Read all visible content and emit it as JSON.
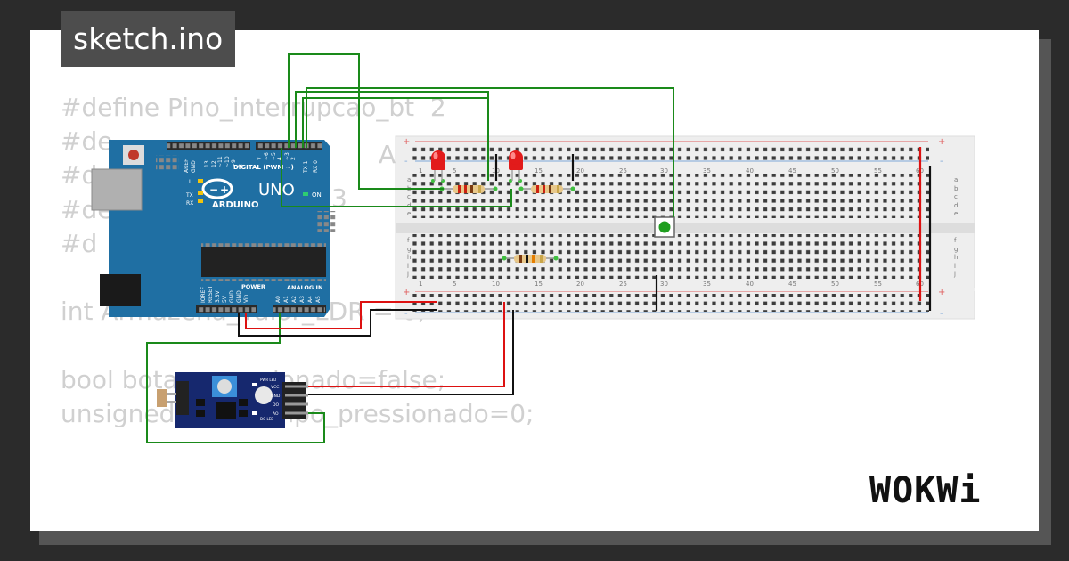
{
  "window": {
    "file_title": "sketch.ino",
    "logo": "WOKWi"
  },
  "code_lines": [
    "#define Pino_interrupcao_bt  2",
    "#de",
    "#d",
    "#de",
    "#d",
    "",
    "int Armazena_valor_LDR = 0;",
    "",
    "bool botao_pressionado=false;",
    "unsigned long tempo_pressionado=0;"
  ],
  "code_fragments": {
    "line2_tail": "A",
    "line3_tail": "3"
  },
  "arduino": {
    "logo_name": "UNO",
    "brand": "ARDUINO",
    "digital_header": "DIGITAL (PWM ~)",
    "power_header": "POWER",
    "analog_header": "ANALOG IN",
    "on_label": "ON",
    "led_l": "L",
    "led_tx": "TX",
    "led_rx": "RX",
    "digital_pins": [
      "AREF",
      "GND",
      "13",
      "12",
      "~11",
      "~10",
      "~9",
      "8",
      "7",
      "~6",
      "~5",
      "4",
      "~3",
      "2",
      "TX 1",
      "RX 0"
    ],
    "power_pins": [
      "IOREF",
      "RESET",
      "3.3V",
      "5V",
      "GND",
      "GND",
      "Vin"
    ],
    "analog_pins": [
      "A0",
      "A1",
      "A2",
      "A3",
      "A4",
      "A5"
    ]
  },
  "ldr_module": {
    "pins": [
      "VCC",
      "GND",
      "DO",
      "AO"
    ],
    "leds": [
      "PWR LED",
      "DO LED"
    ]
  },
  "breadboard": {
    "column_numbers": [
      "1",
      "5",
      "10",
      "15",
      "20",
      "25",
      "30",
      "35",
      "40",
      "45",
      "50",
      "55",
      "60"
    ],
    "rows_top": [
      "a",
      "b",
      "c",
      "d",
      "e"
    ],
    "rows_bottom": [
      "f",
      "g",
      "h",
      "i",
      "j"
    ],
    "rail_plus": "+",
    "rail_minus": "-"
  },
  "colors": {
    "board": "#1f6fa3",
    "wire_green": "#1a8a1a",
    "wire_red": "#dd1111",
    "wire_black": "#111111",
    "led_red": "#e21b1b",
    "button_green": "#1f9e1f"
  }
}
